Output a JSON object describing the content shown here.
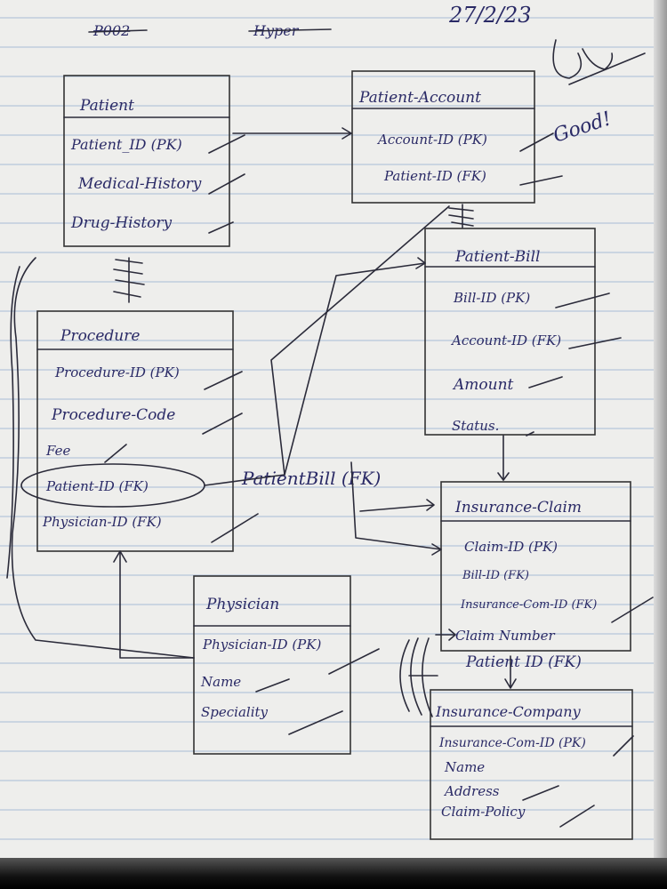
{
  "header": {
    "left_code": "P002",
    "middle_word": "Hyper",
    "date": "27/2/23",
    "remark": "Good!"
  },
  "entities": [
    {
      "id": "patient",
      "title": "Patient",
      "fields": [
        "Patient_ID (PK)",
        "Medical-History",
        "Drug-History"
      ]
    },
    {
      "id": "patient-account",
      "title": "Patient-Account",
      "fields": [
        "Account-ID (PK)",
        "Patient-ID (FK)"
      ]
    },
    {
      "id": "patient-bill",
      "title": "Patient-Bill",
      "fields": [
        "Bill-ID (PK)",
        "Account-ID (FK)",
        "Amount",
        "Status."
      ]
    },
    {
      "id": "procedure",
      "title": "Procedure",
      "fields": [
        "Procedure-ID (PK)",
        "Procedure-Code",
        "Fee",
        "Patient-ID (FK)",
        "Physician-ID (FK)"
      ]
    },
    {
      "id": "physician",
      "title": "Physician",
      "fields": [
        "Physician-ID (PK)",
        "Name",
        "Speciality"
      ]
    },
    {
      "id": "insurance-claim",
      "title": "Insurance-Claim",
      "fields": [
        "Claim-ID (PK)",
        "Bill-ID (FK)",
        "Insurance-Com-ID (FK)",
        "Claim Number",
        "Patient ID (FK)"
      ]
    },
    {
      "id": "insurance-company",
      "title": "Insurance-Company",
      "fields": [
        "Insurance-Com-ID (PK)",
        "Name",
        "Address",
        "Claim-Policy"
      ]
    }
  ],
  "annotations": {
    "procedure_to_bill": "PatientBill (FK)"
  }
}
